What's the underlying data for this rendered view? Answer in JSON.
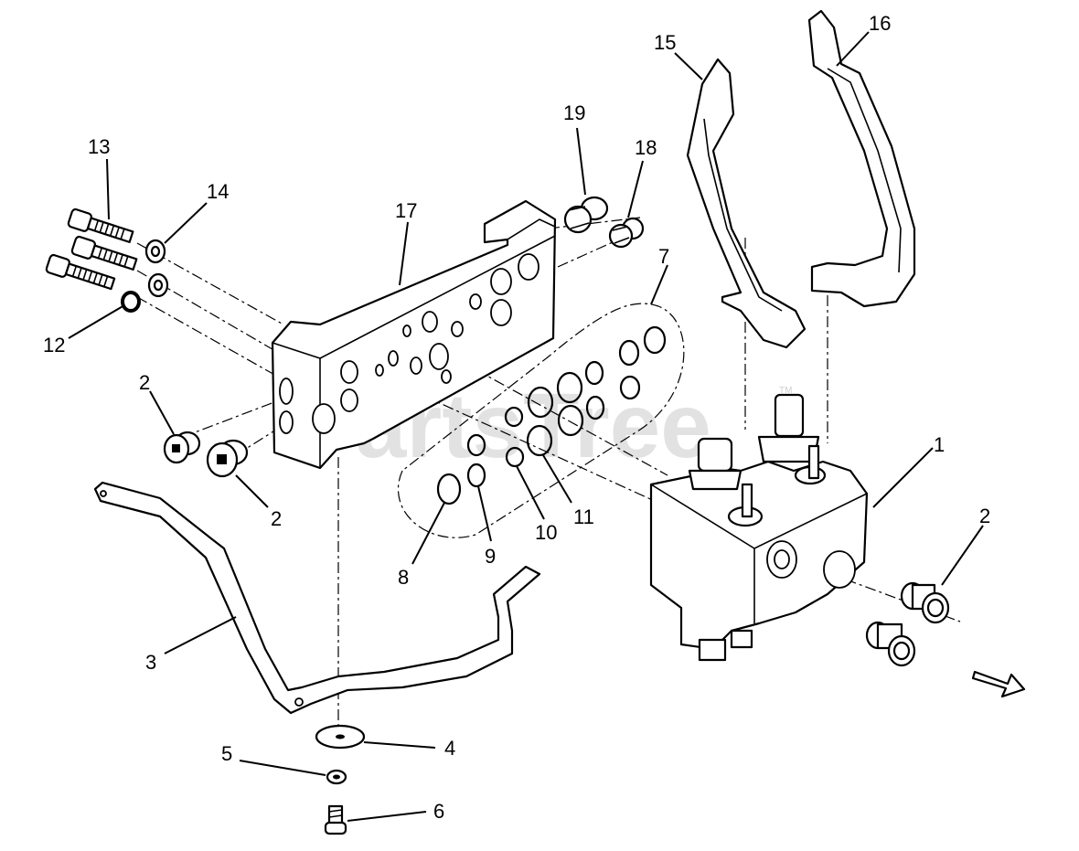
{
  "diagram": {
    "watermark": "PartsTree",
    "watermark_tm": "TM",
    "callouts": [
      {
        "id": "c1",
        "label": "1"
      },
      {
        "id": "c2a",
        "label": "2"
      },
      {
        "id": "c2b",
        "label": "2"
      },
      {
        "id": "c2c",
        "label": "2"
      },
      {
        "id": "c3",
        "label": "3"
      },
      {
        "id": "c4",
        "label": "4"
      },
      {
        "id": "c5",
        "label": "5"
      },
      {
        "id": "c6",
        "label": "6"
      },
      {
        "id": "c7",
        "label": "7"
      },
      {
        "id": "c8",
        "label": "8"
      },
      {
        "id": "c9",
        "label": "9"
      },
      {
        "id": "c10",
        "label": "10"
      },
      {
        "id": "c11",
        "label": "11"
      },
      {
        "id": "c12",
        "label": "12"
      },
      {
        "id": "c13",
        "label": "13"
      },
      {
        "id": "c14",
        "label": "14"
      },
      {
        "id": "c15",
        "label": "15"
      },
      {
        "id": "c16",
        "label": "16"
      },
      {
        "id": "c17",
        "label": "17"
      },
      {
        "id": "c18",
        "label": "18"
      },
      {
        "id": "c19",
        "label": "19"
      }
    ]
  }
}
